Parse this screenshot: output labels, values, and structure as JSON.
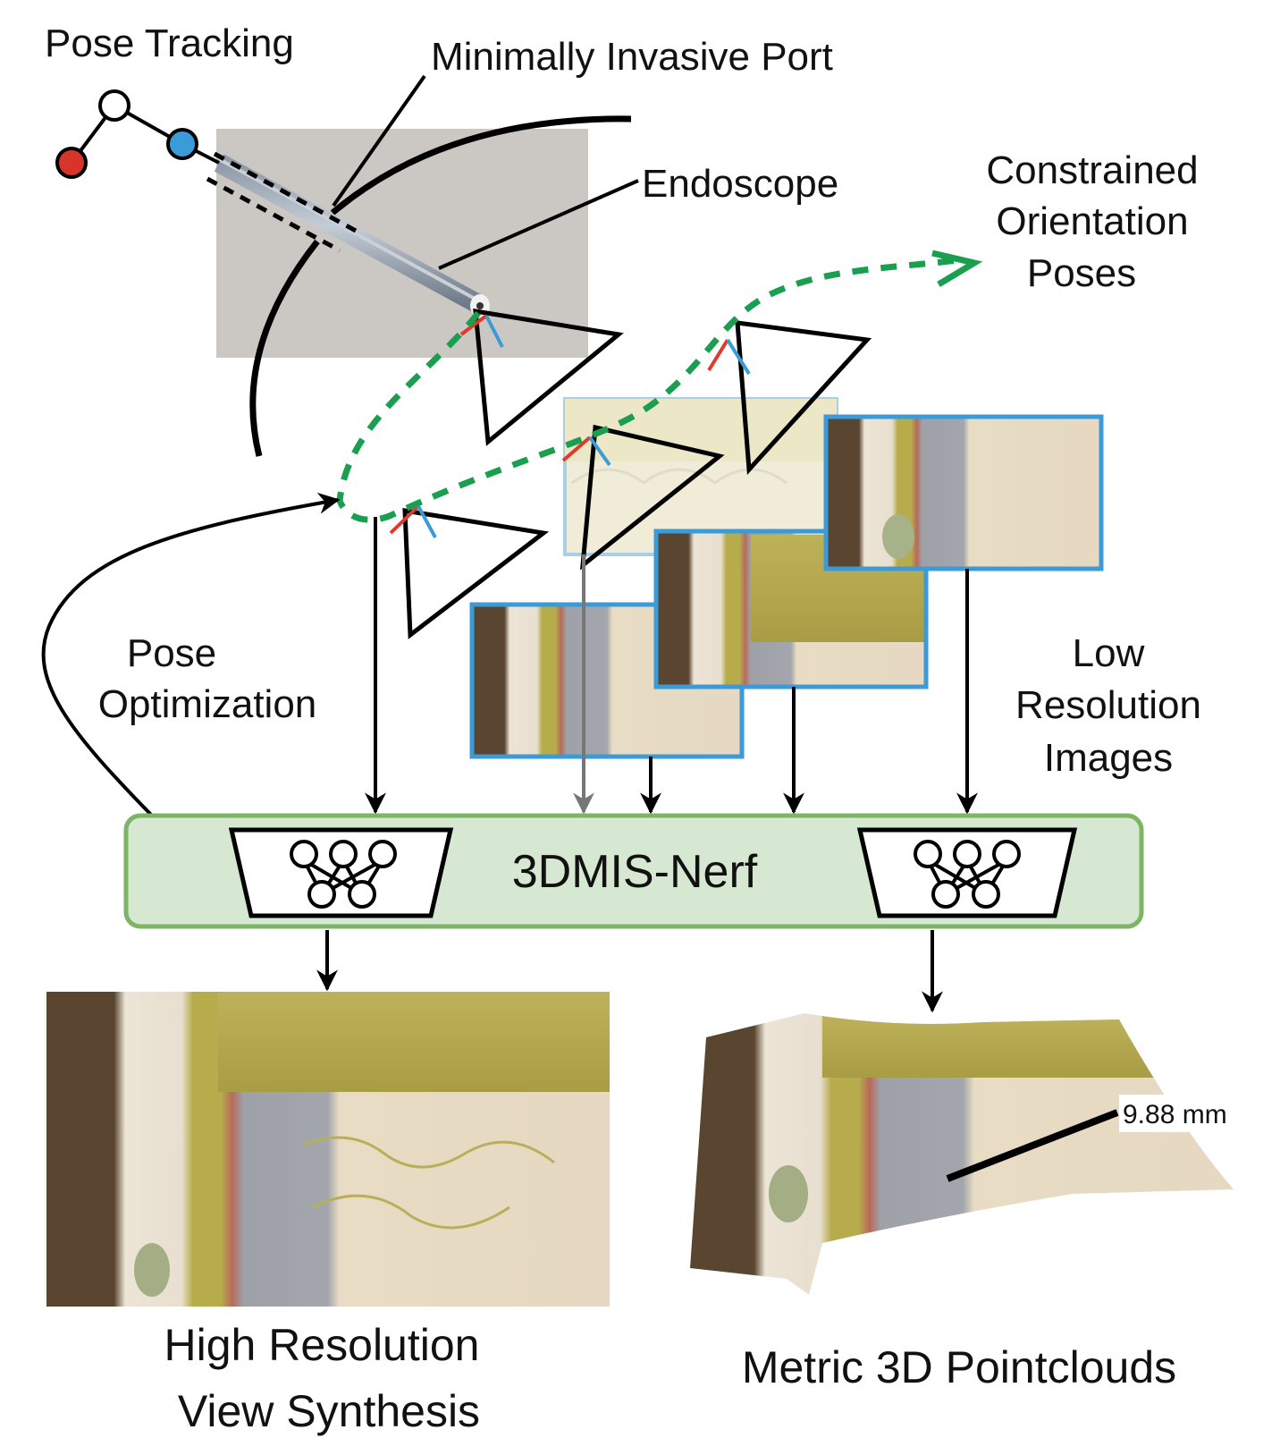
{
  "labels": {
    "pose_tracking": "Pose Tracking",
    "port": "Minimally Invasive Port",
    "endoscope": "Endoscope",
    "constrained": [
      "Constrained",
      "Orientation",
      "Poses"
    ],
    "pose_optimization": [
      "Pose",
      "Optimization"
    ],
    "low_resolution": [
      "Low",
      "Resolution",
      "Images"
    ],
    "nerf_block": "3DMIS-Nerf",
    "high_res": [
      "High Resolution",
      "View Synthesis"
    ],
    "pointclouds": "Metric 3D Pointclouds",
    "measurement": "9.88 mm"
  },
  "colors": {
    "trajectory_green": "#1a9e4f",
    "frame_blue": "#3a9bd8",
    "axis_red": "#e03a2a",
    "axis_blue": "#3a9bd8",
    "tracker_red": "#d8352a",
    "tracker_blue": "#3a9bd8",
    "nerf_fill": "#d6e8d1",
    "nerf_border": "#7db466",
    "photo_bg": "#c9c6c2"
  },
  "tracker_markers": [
    "red",
    "white",
    "blue"
  ],
  "input_images": [
    {
      "id": "frame-1",
      "style": "faded"
    },
    {
      "id": "frame-2",
      "style": "highlighted"
    },
    {
      "id": "frame-3",
      "style": "highlighted"
    },
    {
      "id": "frame-4",
      "style": "highlighted"
    }
  ]
}
